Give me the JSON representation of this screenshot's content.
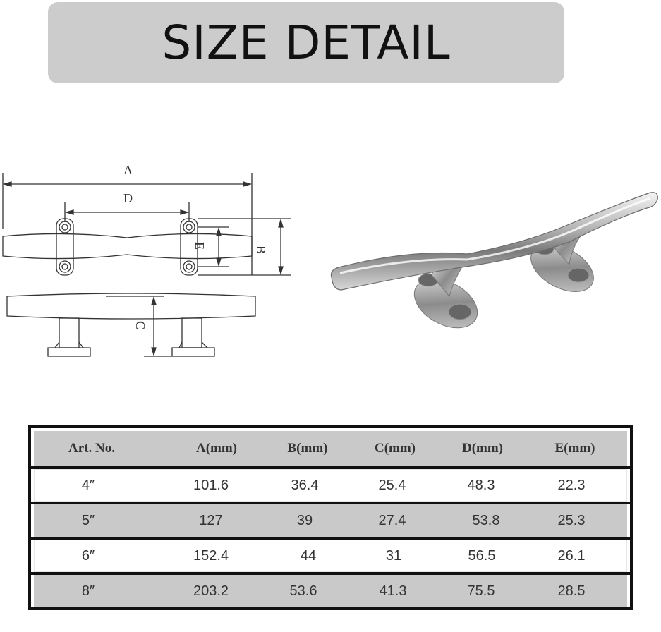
{
  "title": "SIZE DETAIL",
  "diagram_labels": {
    "a": "A",
    "b": "B",
    "c": "C",
    "d": "D",
    "e": "E"
  },
  "table": {
    "headers": [
      "Art. No.",
      "A(mm)",
      "B(mm)",
      "C(mm)",
      "D(mm)",
      "E(mm)"
    ],
    "rows": [
      [
        "4″",
        "101.6",
        "36.4",
        "25.4",
        "48.3",
        "22.3"
      ],
      [
        "5″",
        "127",
        "39",
        "27.4",
        "53.8",
        "25.3"
      ],
      [
        "6″",
        "152.4",
        "44",
        "31",
        "56.5",
        "26.1"
      ],
      [
        "8″",
        "203.2",
        "53.6",
        "41.3",
        "75.5",
        "28.5"
      ]
    ]
  },
  "colors": {
    "banner_bg": "#cccccc",
    "row_dark": "#c9c9c9",
    "border": "#111111",
    "text": "#333333"
  }
}
